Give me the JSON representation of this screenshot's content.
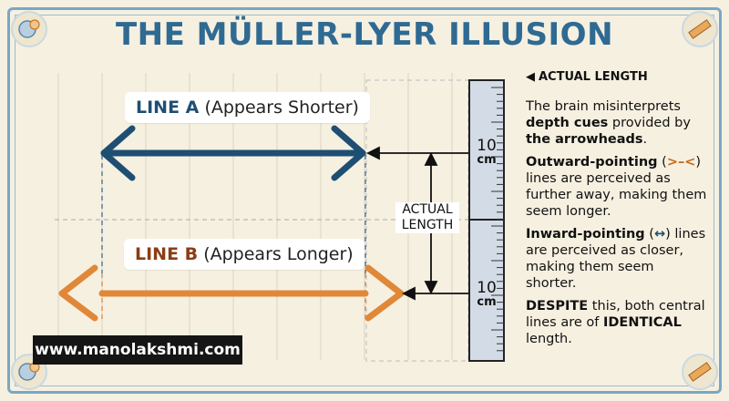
{
  "title": "THE MÜLLER-LYER ILLUSION",
  "line_a": {
    "name": "LINE A",
    "description": "(Appears Shorter)"
  },
  "line_b": {
    "name": "LINE B",
    "description": "(Appears Longer)"
  },
  "center_label": {
    "line1": "ACTUAL",
    "line2": "LENGTH"
  },
  "ruler": {
    "upper": {
      "value": "10",
      "unit": "cm"
    },
    "lower": {
      "value": "10",
      "unit": "cm"
    }
  },
  "sidebar": {
    "heading": "ACTUAL LENGTH",
    "p1": {
      "pre": "The brain misinterprets ",
      "bold1": "depth cues",
      "mid": " provided by ",
      "bold2": "the arrowheads",
      "post": "."
    },
    "p2": {
      "bold": "Outward-pointing",
      "open": " (",
      "symbol": ">–<",
      "close": ")",
      "rest": " lines are perceived as further away, making them seem longer."
    },
    "p3": {
      "bold": "Inward-pointing",
      "open": " (",
      "symbol": "↔",
      "close": ")",
      "rest": " lines are perceived as closer, making them seem shorter."
    },
    "p4": {
      "bold1": "DESPITE",
      "mid": " this, both central lines are of ",
      "bold2": "IDENTICAL",
      "post": " length."
    }
  },
  "website": "www.manolakshmi.com",
  "colors": {
    "line_a": "#1f4e73",
    "line_b": "#e08838",
    "title": "#2f6a92",
    "ruler_fill": "#d3dce6"
  }
}
